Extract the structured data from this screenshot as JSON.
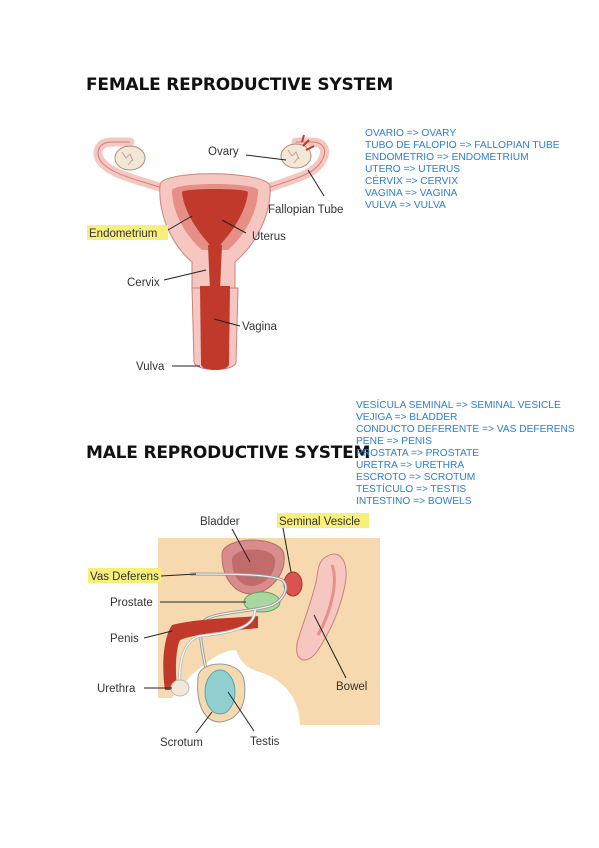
{
  "female": {
    "title": "FEMALE REPRODUCTIVE SYSTEM",
    "glossary": [
      "OVARIO => OVARY",
      "TUBO DE FALOPIO => FALLOPIAN TUBE",
      "ENDOMETRIO => ENDOMETRIUM",
      "UTERO => UTERUS",
      "CÉRVIX => CERVIX",
      "VAGINA => VAGINA",
      "VULVA => VULVA"
    ],
    "labels": {
      "ovary": "Ovary",
      "fallopian_tube": "Fallopian Tube",
      "endometrium": "Endometrium",
      "uterus": "Uterus",
      "cervix": "Cervix",
      "vagina": "Vagina",
      "vulva": "Vulva"
    }
  },
  "male": {
    "title": "MALE REPRODUCTIVE SYSTEM",
    "glossary": [
      "VESÍCULA SEMINAL => SEMINAL VESICLE",
      "VEJIGA => BLADDER",
      "CONDUCTO DEFERENTE => VAS DEFERENS",
      "PENE => PENIS",
      "PROSTATA => PROSTATE",
      "URETRA => URETHRA",
      "ESCROTO => SCROTUM",
      "TESTÍCULO => TESTIS",
      "INTESTINO => BOWELS"
    ],
    "labels": {
      "bladder": "Bladder",
      "seminal_vesicle": "Seminal Vesicle",
      "vas_deferens": "Vas Deferens",
      "prostate": "Prostate",
      "penis": "Penis",
      "urethra": "Urethra",
      "bowel": "Bowel",
      "scrotum": "Scrotum",
      "testis": "Testis"
    }
  },
  "colors": {
    "gloss_text": "#2a7fd4",
    "highlight": "#f7ef7a",
    "tissue_pink": "#f6c6c0",
    "tissue_red": "#c0392b",
    "body_tan": "#f6d9ae",
    "prostate_green": "#a9d7a0",
    "testis_teal": "#8fcfcf"
  }
}
